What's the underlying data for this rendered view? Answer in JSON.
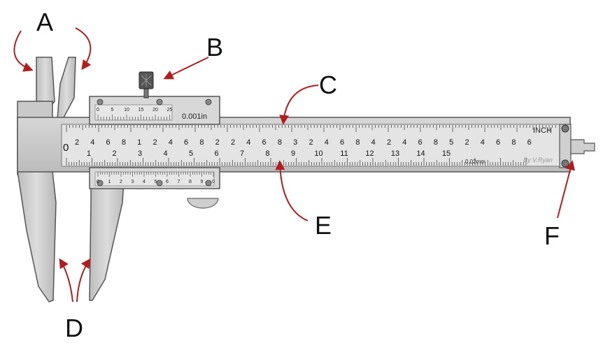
{
  "callouts": {
    "a": "A",
    "b": "B",
    "c": "C",
    "d": "D",
    "e": "E",
    "f": "F"
  },
  "vernier_top": {
    "numbers": [
      "0",
      "5",
      "10",
      "15",
      "20",
      "25"
    ],
    "unit_label": "0.001in"
  },
  "vernier_bottom": {
    "numbers": [
      "0",
      "1",
      "2",
      "3",
      "4",
      "5",
      "6",
      "7",
      "8",
      "9",
      "0"
    ]
  },
  "main_scale": {
    "zero_label": "0",
    "inch_label": "INCH",
    "inch_numbers": [
      "2",
      "4",
      "6",
      "8",
      "1",
      "2",
      "4",
      "6",
      "8",
      "2",
      "2",
      "4",
      "6",
      "8",
      "3",
      "2",
      "4",
      "6",
      "8",
      "4",
      "2",
      "4",
      "6",
      "8",
      "5",
      "2",
      "4",
      "6",
      "8",
      "6"
    ],
    "mm_numbers": [
      "1",
      "2",
      "3",
      "4",
      "5",
      "6",
      "7",
      "8",
      "9",
      "10",
      "11",
      "12",
      "13",
      "14",
      "15"
    ],
    "mm_unit_label": "0.02mm",
    "credit": "By V.Ryan"
  },
  "colors": {
    "arrow": "#b21e1e",
    "body": "#cfcfcf",
    "scale_face": "#e2e2e2",
    "outline": "#4a4a4a"
  }
}
